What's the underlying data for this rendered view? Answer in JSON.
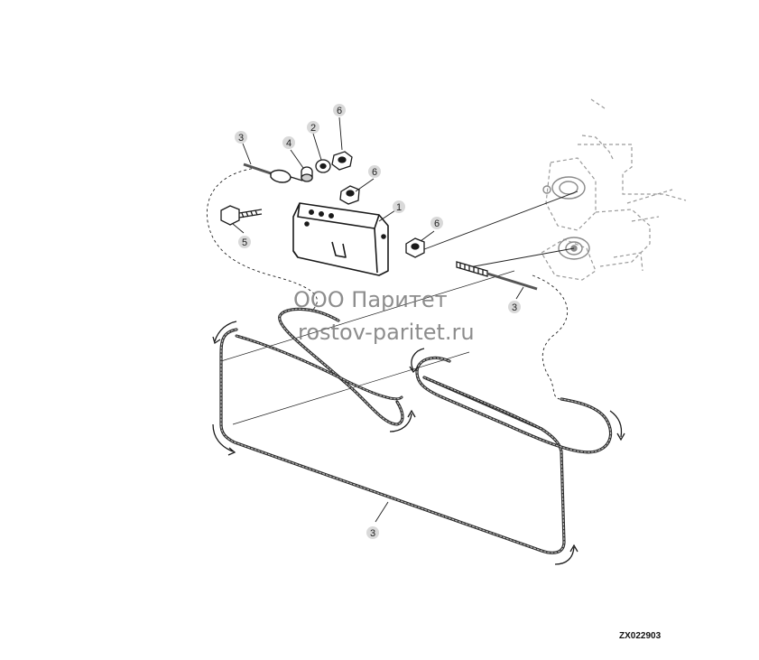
{
  "diagram": {
    "figure_code": "ZX022903",
    "watermark": {
      "line1": "ООО Паритет",
      "line2": "rostov-paritet.ru"
    },
    "callouts": {
      "bracket": "1",
      "washer": "2",
      "cable_top": "3",
      "cable_right": "3",
      "cable_bottom": "3",
      "spacer": "4",
      "bolt": "5",
      "nut_top": "6",
      "nut_middle": "6",
      "nut_right": "6"
    },
    "colors": {
      "line": "#1a1a1a",
      "cable": "#2a2a2a",
      "callout_fill": "#d9d9d9",
      "engine_ghost": "#9a9a9a"
    }
  }
}
